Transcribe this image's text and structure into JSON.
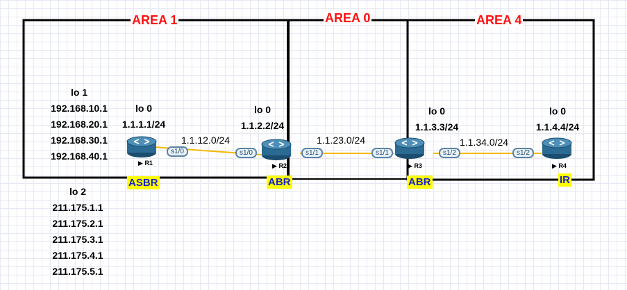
{
  "areas": [
    {
      "label": "AREA 1"
    },
    {
      "label": "AREA 0"
    },
    {
      "label": "AREA 4"
    }
  ],
  "routers": [
    {
      "name": "R1",
      "role": "ASBR",
      "loopback_title": "lo 0",
      "loopback_ip": "1.1.1.1/24"
    },
    {
      "name": "R2",
      "role": "ABR",
      "loopback_title": "lo 0",
      "loopback_ip": "1.1.2.2/24"
    },
    {
      "name": "R3",
      "role": "ABR",
      "loopback_title": "lo 0",
      "loopback_ip": "1.1.3.3/24"
    },
    {
      "name": "R4",
      "role": "IR",
      "loopback_title": "lo 0",
      "loopback_ip": "1.1.4.4/24"
    }
  ],
  "links": [
    {
      "subnet": "1.1.12.0/24",
      "port_a": "s1/0",
      "port_b": "s1/0"
    },
    {
      "subnet": "1.1.23.0/24",
      "port_a": "s1/1",
      "port_b": "s1/1"
    },
    {
      "subnet": "1.1.34.0/24",
      "port_a": "s1/2",
      "port_b": "s1/2"
    }
  ],
  "lo1": {
    "title": "lo 1",
    "addresses": [
      "192.168.10.1",
      "192.168.20.1",
      "192.168.30.1",
      "192.168.40.1"
    ]
  },
  "lo2": {
    "title": "lo 2",
    "addresses": [
      "211.175.1.1",
      "211.175.2.1",
      "211.175.3.1",
      "211.175.4.1",
      "211.175.5.1"
    ]
  },
  "colors": {
    "area_label": "#ff1010",
    "border": "#000000",
    "link_line": "#f5b800",
    "role_bg": "#ffff00",
    "role_text": "#1a22c8",
    "router_fill": "#2b6a92"
  },
  "icons": {
    "router": "router-icon",
    "play": "play-triangle-icon"
  }
}
